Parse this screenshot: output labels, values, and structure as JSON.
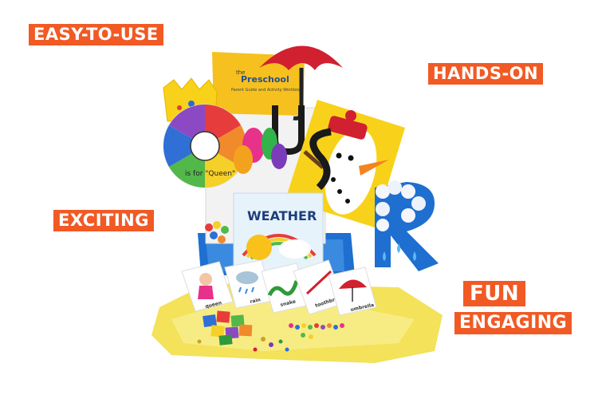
{
  "tags": {
    "easy": "EASY-TO-USE",
    "hands_on": "HANDS-ON",
    "exciting": "EXCITING",
    "fun": "FUN",
    "engaging": "ENGAGING"
  },
  "product": {
    "workbook_title": "Preschool",
    "workbook_prefix": "the",
    "workbook_subtitle": "Parent Guide and Activity Workbook",
    "book_title": "WEATHER",
    "wheel_caption": "is for \"Queen\""
  },
  "cards": [
    "queen",
    "rain",
    "snake",
    "toothbru",
    "umbrella"
  ],
  "colors": {
    "tag_bg": "#f15a24",
    "tag_text": "#ffffff"
  }
}
